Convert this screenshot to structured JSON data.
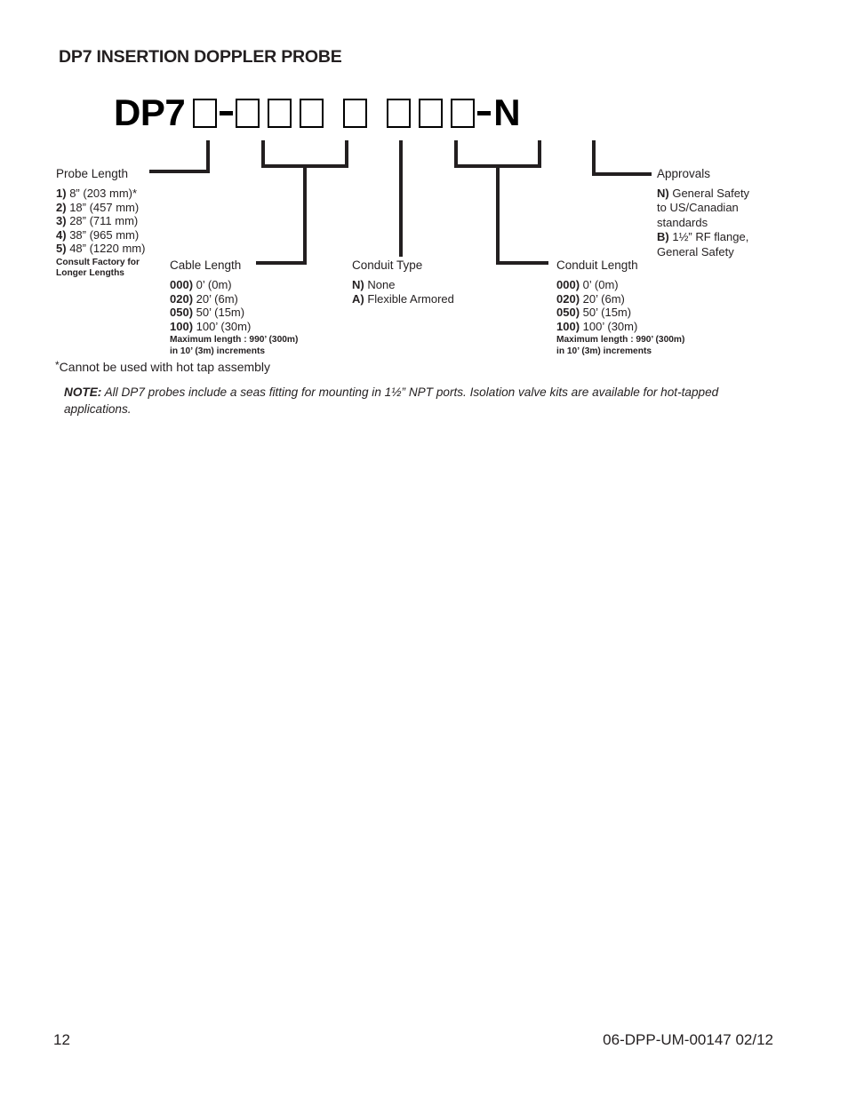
{
  "document": {
    "title": "DP7 INSERTION DOPPLER PROBE"
  },
  "model_number": {
    "prefix": "DP7",
    "suffix": "N",
    "dash": "–",
    "segments": [
      {
        "name": "probe-length",
        "boxes": 1
      },
      {
        "name": "cable-length",
        "boxes": 3
      },
      {
        "name": "conduit-type",
        "boxes": 1
      },
      {
        "name": "conduit-length",
        "boxes": 3
      }
    ]
  },
  "callouts": {
    "probe_length": {
      "title": "Probe Length",
      "options": [
        {
          "code": "1)",
          "text": "8” (203 mm)*"
        },
        {
          "code": "2)",
          "text": "18” (457 mm)"
        },
        {
          "code": "3)",
          "text": "28” (711 mm)"
        },
        {
          "code": "4)",
          "text": "38” (965 mm)"
        },
        {
          "code": "5)",
          "text": "48” (1220 mm)"
        }
      ],
      "note_line1": "Consult Factory for",
      "note_line2": "Longer Lengths"
    },
    "cable_length": {
      "title": "Cable Length",
      "options": [
        {
          "code": "000)",
          "text": "0’ (0m)"
        },
        {
          "code": "020)",
          "text": "20’ (6m)"
        },
        {
          "code": "050)",
          "text": "50’ (15m)"
        },
        {
          "code": "100)",
          "text": "100’ (30m)"
        }
      ],
      "note_line1": "Maximum length : 990’ (300m)",
      "note_line2": "in 10’ (3m) increments"
    },
    "conduit_type": {
      "title": "Conduit Type",
      "options": [
        {
          "code": "N)",
          "text": "None"
        },
        {
          "code": "A)",
          "text": "Flexible Armored"
        }
      ]
    },
    "conduit_length": {
      "title": "Conduit Length",
      "options": [
        {
          "code": "000)",
          "text": "0’ (0m)"
        },
        {
          "code": "020)",
          "text": "20’ (6m)"
        },
        {
          "code": "050)",
          "text": "50’ (15m)"
        },
        {
          "code": "100)",
          "text": "100’ (30m)"
        }
      ],
      "note_line1": "Maximum length : 990’ (300m)",
      "note_line2": "in 10’ (3m) increments"
    },
    "approvals": {
      "title": "Approvals",
      "options": [
        {
          "code": "N)",
          "line1": "General Safety",
          "line2": "to US/Canadian",
          "line3": "standards"
        },
        {
          "code": "B)",
          "line1": "1½” RF flange,",
          "line2": "General Safety"
        }
      ]
    }
  },
  "footnote": {
    "marker": "*",
    "text": "Cannot be used with hot tap assembly"
  },
  "note": {
    "label": "NOTE:",
    "text": " All DP7 probes include a seas fitting for mounting in 1½” NPT ports. Isolation valve kits are available for hot-tapped applications."
  },
  "footer": {
    "page_number": "12",
    "document_code": "06-DPP-UM-00147  02/12"
  },
  "colors": {
    "text": "#231f20",
    "ink": "#000000",
    "background": "#ffffff"
  }
}
